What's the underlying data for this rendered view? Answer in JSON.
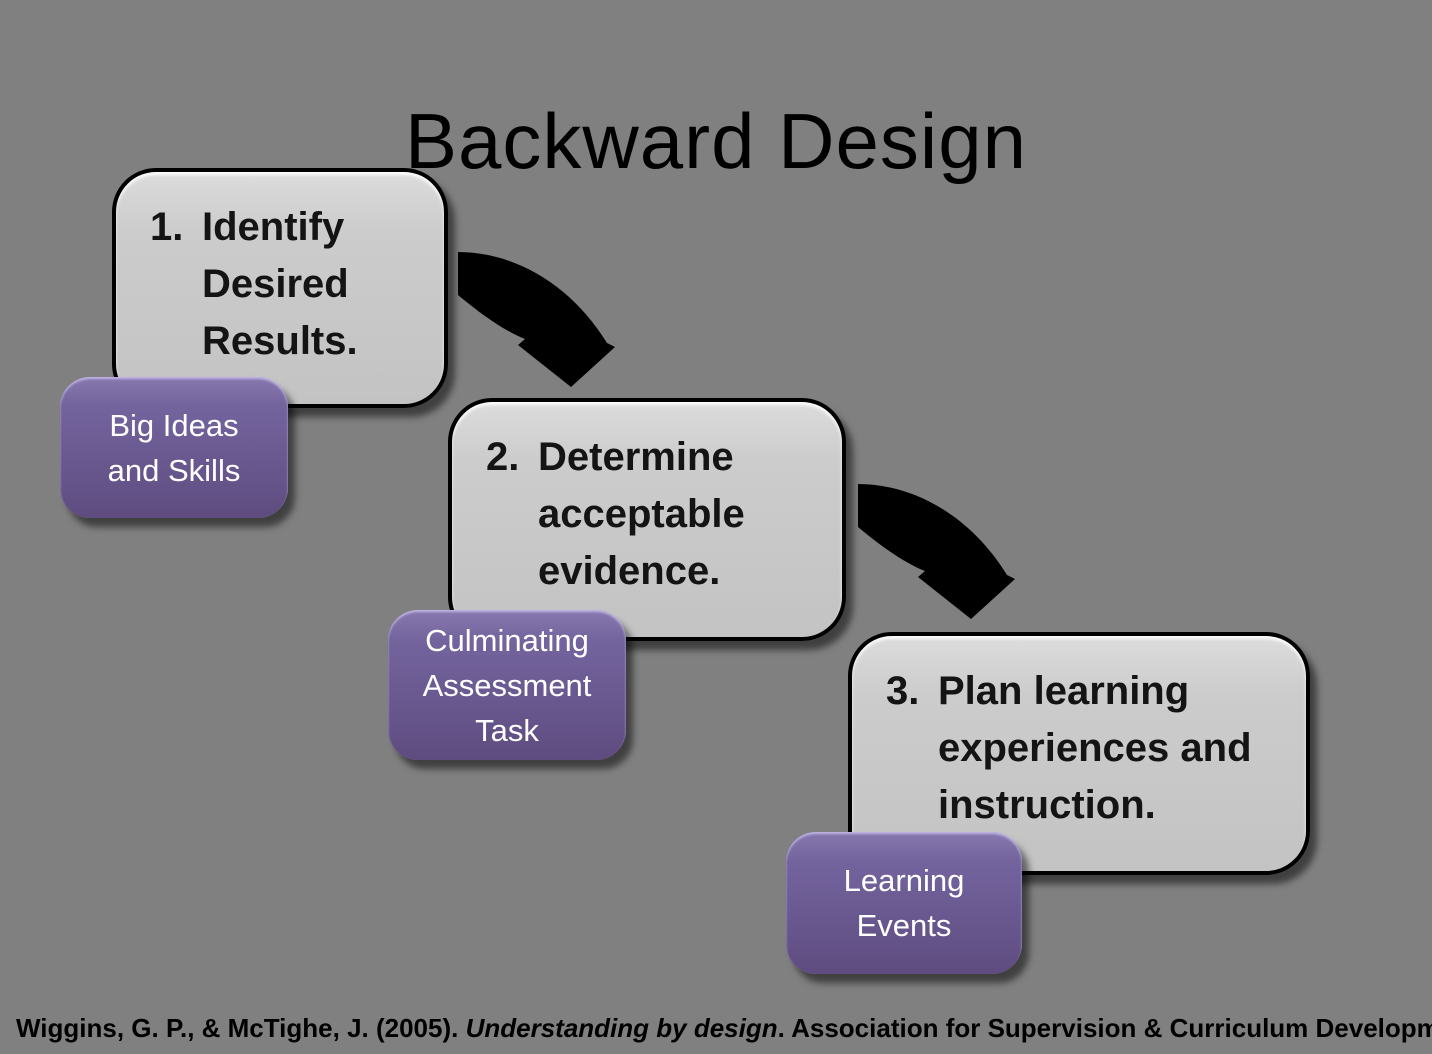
{
  "title": "Backward Design",
  "colors": {
    "background": "#808080",
    "box_fill": "#cacaca",
    "box_border": "#000000",
    "purple_top": "#8779ae",
    "purple_bottom": "#5e4c80",
    "arrow": "#000000",
    "step_text": "#141414",
    "label_text": "#ffffff"
  },
  "steps": [
    {
      "number": "1.",
      "lines": [
        "Identify",
        "Desired",
        "Results."
      ],
      "label": {
        "lines": [
          "Big Ideas",
          "and Skills"
        ]
      }
    },
    {
      "number": "2.",
      "lines": [
        "Determine",
        "acceptable",
        "evidence."
      ],
      "label": {
        "lines": [
          "Culminating",
          "Assessment",
          "Task"
        ]
      }
    },
    {
      "number": "3.",
      "lines": [
        "Plan learning",
        "experiences and",
        "instruction."
      ],
      "label": {
        "lines": [
          "Learning",
          "Events"
        ]
      }
    }
  ],
  "citation": {
    "pre": "Wiggins, G. P., & McTighe, J. (2005). ",
    "italic_title": "Understanding by design",
    "post": ". Association for Supervision & Curriculum Development."
  }
}
